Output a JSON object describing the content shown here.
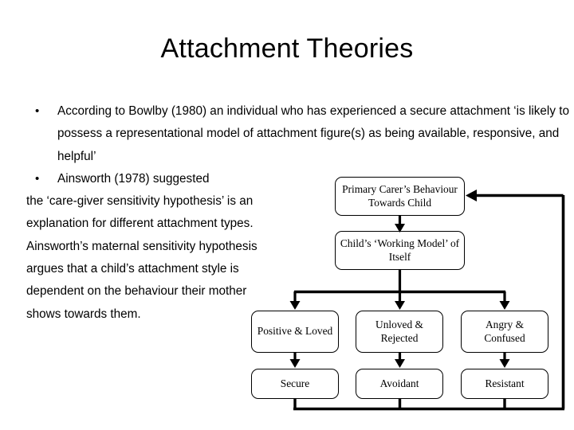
{
  "slide": {
    "title": "Attachment Theories"
  },
  "content": {
    "bullets": [
      {
        "marker": "•",
        "text": "According to Bowlby (1980) an individual who has experienced a secure attachment ‘is likely to  possess a representational model of attachment figure(s) as being available, responsive, and helpful’"
      },
      {
        "marker": "•",
        "lead": "Ainsworth (1978) suggested",
        "text": "the ‘care-giver sensitivity hypothesis’ is an explanation for different attachment types. Ainsworth’s maternal sensitivity hypothesis argues that a child’s attachment style is dependent on the behaviour their mother shows towards them."
      }
    ]
  },
  "diagram": {
    "boxes": {
      "primary_carer": "Primary Carer’s Behaviour Towards Child",
      "working_model": "Child’s ‘Working Model’ of Itself",
      "outcome_positive": "Positive & Loved",
      "outcome_unloved": "Unloved & Rejected",
      "outcome_angry": "Angry & Confused",
      "type_secure": "Secure",
      "type_avoidant": "Avoidant",
      "type_resistant": "Resistant"
    },
    "colors": {
      "line": "#000000",
      "box_border": "#000000",
      "background": "#ffffff",
      "text": "#000000"
    }
  }
}
